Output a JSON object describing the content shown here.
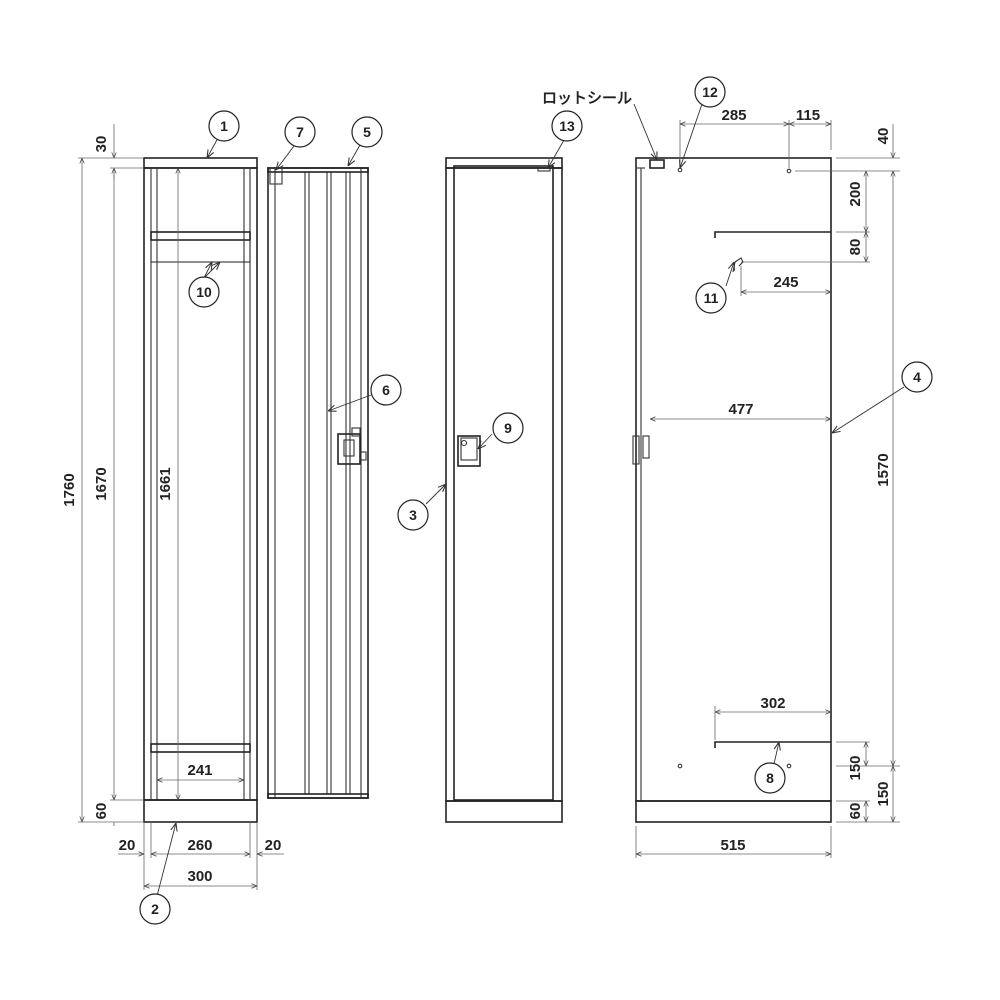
{
  "part_numbers": [
    "1",
    "2",
    "3",
    "4",
    "5",
    "6",
    "7",
    "8",
    "9",
    "10",
    "11",
    "12",
    "13"
  ],
  "labels": {
    "lot_seal": "ロットシール"
  },
  "dims": {
    "height_total": "1760",
    "height_body": "1670",
    "height_top": "30",
    "height_base": "60",
    "inner_height": "1661",
    "side_gap_left": "20",
    "inner_width": "260",
    "side_gap_right": "20",
    "outer_width": "300",
    "shelf_width": "241",
    "hole_offset_x": "285",
    "hole_offset_right": "115",
    "top_offset": "40",
    "hook_drop": "200",
    "hook_gap": "80",
    "hook_depth": "245",
    "inner_depth": "477",
    "side_height": "1570",
    "bottom_bar_depth": "302",
    "bottom_bar_height": "150",
    "bottom_hole_height": "150",
    "base_height_side": "60",
    "outer_depth": "515"
  }
}
